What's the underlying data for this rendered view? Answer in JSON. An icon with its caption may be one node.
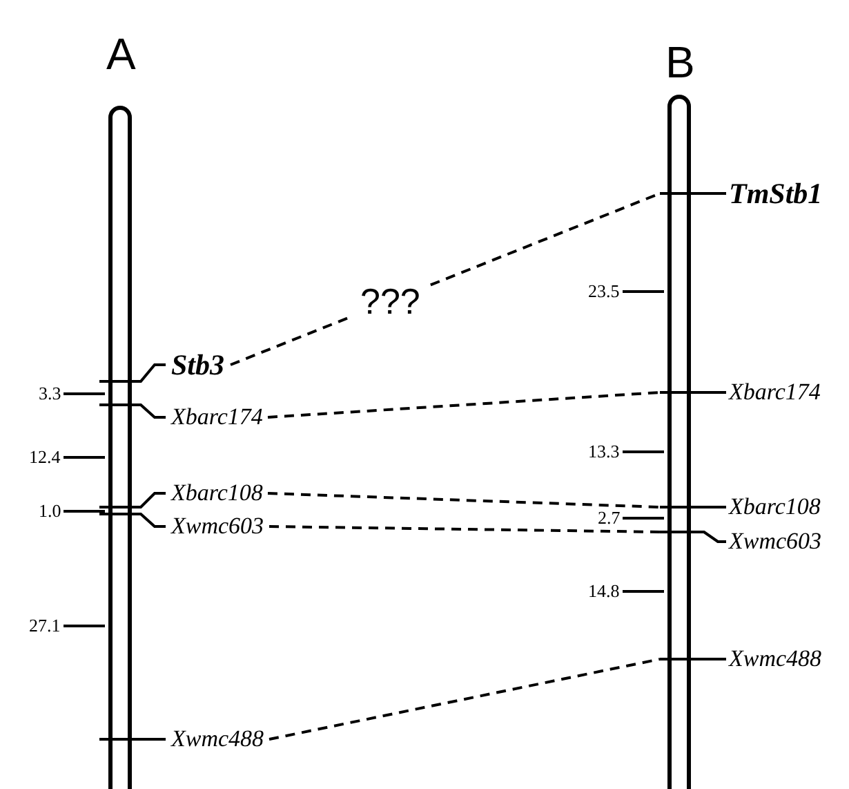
{
  "diagram": {
    "nodes": [
      {
        "text": [
          "A"
        ]
      },
      {
        "text": [
          "B"
        ]
      },
      {
        "text": [
          "Stb3"
        ]
      },
      {
        "text": [
          "Xbarc174"
        ]
      },
      {
        "text": [
          "Xbarc108"
        ]
      },
      {
        "text": [
          "Xwmc603"
        ]
      },
      {
        "text": [
          "Xwmc488"
        ]
      },
      {
        "text": [
          "TmStb1"
        ]
      },
      {
        "text": [
          "Xbarc174"
        ]
      },
      {
        "text": [
          "Xbarc108"
        ]
      },
      {
        "text": [
          "Xwmc603"
        ]
      },
      {
        "text": [
          "Xwmc488"
        ]
      }
    ],
    "edges": [
      {
        "from": 2,
        "to": 7,
        "arrow": "none",
        "style": "dashed",
        "label": "???"
      },
      {
        "from": 3,
        "to": 8,
        "arrow": "none",
        "style": "dashed"
      },
      {
        "from": 4,
        "to": 9,
        "arrow": "none",
        "style": "dashed"
      },
      {
        "from": 5,
        "to": 10,
        "arrow": "none",
        "style": "dashed"
      },
      {
        "from": 6,
        "to": 11,
        "arrow": "none",
        "style": "dashed"
      }
    ],
    "labels": [
      "23.5",
      "3.3",
      "12.4",
      "13.3",
      "1.0",
      "2.7",
      "14.8",
      "27.1"
    ]
  }
}
